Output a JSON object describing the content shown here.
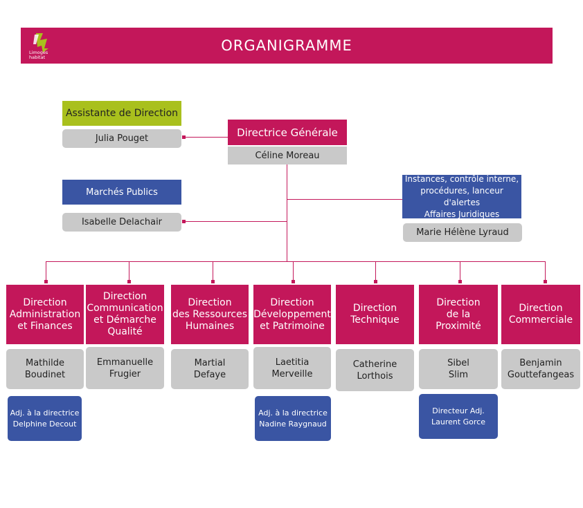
{
  "header": {
    "title": "ORGANIGRAMME",
    "logo_text_line1": "Limoges",
    "logo_text_line2": "habitat"
  },
  "colors": {
    "primary_pink": "#c3175a",
    "green": "#a9c01d",
    "blue": "#3a55a3",
    "grey": "#c9c9c9"
  },
  "top": {
    "director": {
      "title": "Directrice Générale",
      "name": "Céline Moreau"
    },
    "assistant": {
      "title": "Assistante de Direction",
      "name": "Julia Pouget"
    },
    "marches": {
      "title": "Marchés Publics",
      "name": "Isabelle Delachair"
    },
    "instances": {
      "title": "Instances, contrôle interne,\nprocédures, lanceur d'alertes\nAffaires Juridiques",
      "name": "Marie Hélène Lyraud"
    }
  },
  "directions": [
    {
      "title": "Direction\nAdministration\net Finances",
      "name": "Mathilde\nBoudinet",
      "adjoint": "Adj. à la directrice\nDelphine Decout"
    },
    {
      "title": "Direction\nCommunication\net Démarche\nQualité",
      "name": "Emmanuelle\nFrugier"
    },
    {
      "title": "Direction\ndes Ressources\nHumaines",
      "name": "Martial\nDefaye"
    },
    {
      "title": "Direction\nDéveloppement\net Patrimoine",
      "name": "Laetitia\nMerveille",
      "adjoint": "Adj. à la directrice\nNadine Raygnaud"
    },
    {
      "title": "Direction\nTechnique",
      "name": "Catherine\nLorthois"
    },
    {
      "title": "Direction\nde la\nProximité",
      "name": "Sibel\nSlim",
      "adjoint": "Directeur Adj.\nLaurent Gorce"
    },
    {
      "title": "Direction\nCommerciale",
      "name": "Benjamin\nGouttefangeas"
    }
  ]
}
